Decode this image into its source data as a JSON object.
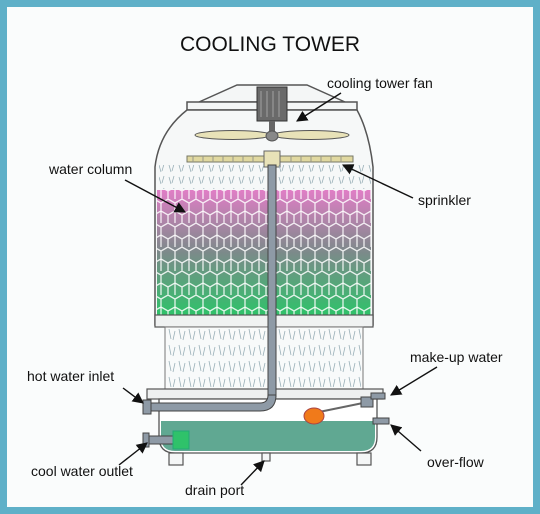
{
  "title": "COOLING TOWER",
  "labels": {
    "fan": "cooling tower fan",
    "water_column": "water column",
    "sprinkler": "sprinkler",
    "make_up_water": "make-up water",
    "hot_water_inlet": "hot water inlet",
    "cool_water_outlet": "cool water outlet",
    "over_flow": "over-flow",
    "drain_port": "drain port"
  },
  "colors": {
    "frame": "#5fb0c8",
    "fill_top": "#e07ec6",
    "fill_bottom": "#2fc26a",
    "basin_water": "#4f9e86",
    "float_ball": "#f07a1a"
  }
}
